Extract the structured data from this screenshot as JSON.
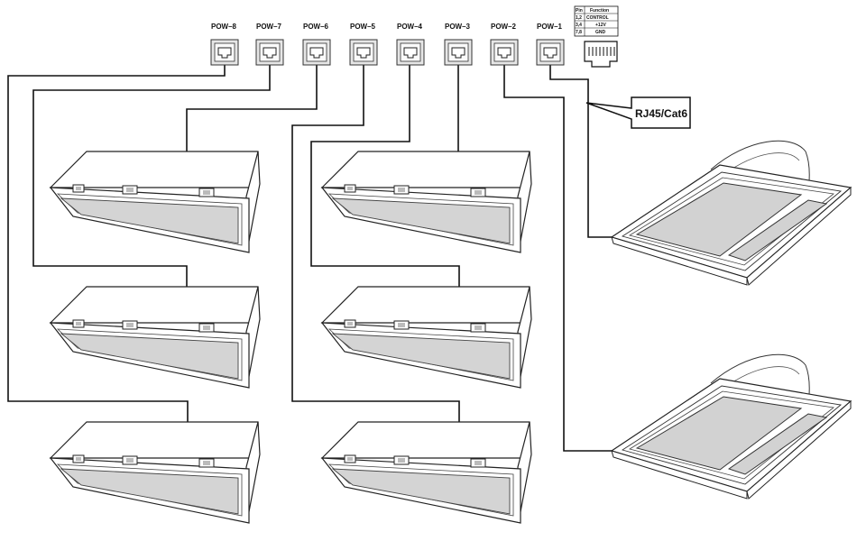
{
  "ports": [
    {
      "id": "pow-8",
      "label": "POW–8"
    },
    {
      "id": "pow-7",
      "label": "POW–7"
    },
    {
      "id": "pow-6",
      "label": "POW–6"
    },
    {
      "id": "pow-5",
      "label": "POW–5"
    },
    {
      "id": "pow-4",
      "label": "POW–4"
    },
    {
      "id": "pow-3",
      "label": "POW–3"
    },
    {
      "id": "pow-2",
      "label": "POW–2"
    },
    {
      "id": "pow-1",
      "label": "POW–1"
    }
  ],
  "pinout_table": {
    "headers": [
      "Pin",
      "Function"
    ],
    "rows": [
      [
        "1,2",
        "CONTROL"
      ],
      [
        "3,4",
        "+12V"
      ],
      [
        "7,8",
        "GND"
      ]
    ]
  },
  "callout": {
    "label": "RJ45/Cat6"
  },
  "devices": {
    "linear_fixtures": [
      "fixture-a1",
      "fixture-a2",
      "fixture-a3",
      "fixture-b1",
      "fixture-b2",
      "fixture-b3"
    ],
    "square_panels": [
      "panel-1",
      "panel-2"
    ]
  }
}
